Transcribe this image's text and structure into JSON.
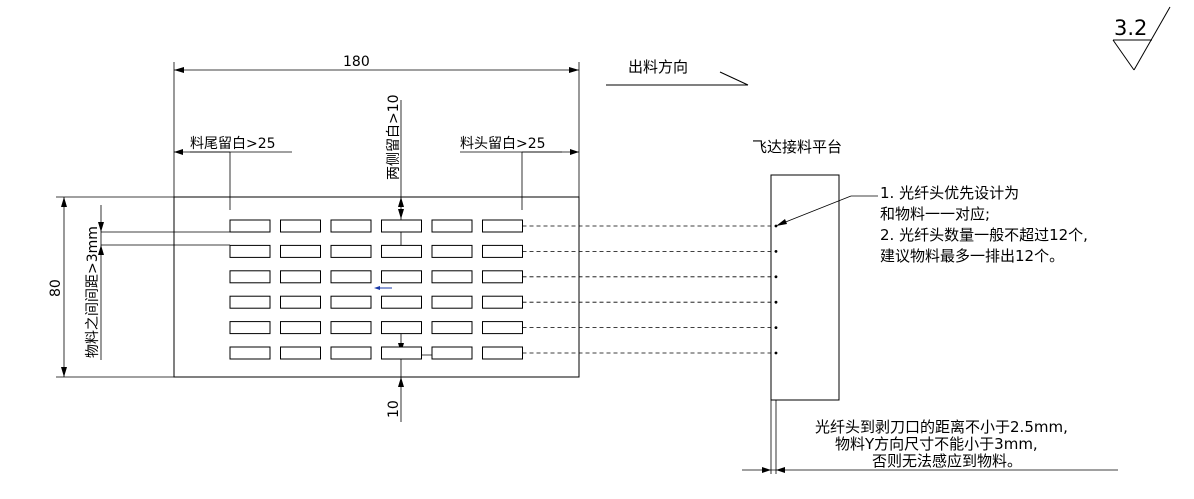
{
  "surface_finish": "3.2",
  "outlet_direction": "出料方向",
  "platform_label": "飞达接料平台",
  "dimensions": {
    "width": "180",
    "height": "80",
    "tail_margin": "料尾留白>25",
    "head_margin": "料头留白>25",
    "side_margin": "两侧留白>10",
    "pitch": "物料之间间距>3mm",
    "bottom_margin": "10"
  },
  "notes": [
    "1. 光纤头优先设计为",
    "和物料一一对应;",
    "2. 光纤头数量一般不超过12个,",
    "建议物料最多一排出12个。"
  ],
  "bottom_notes": [
    "光纤头到剥刀口的距离不小于2.5mm,",
    "物料Y方向尺寸不能小于3mm,",
    "否则无法感应到物料。"
  ],
  "layout": {
    "rows": 6,
    "columns": 6
  }
}
